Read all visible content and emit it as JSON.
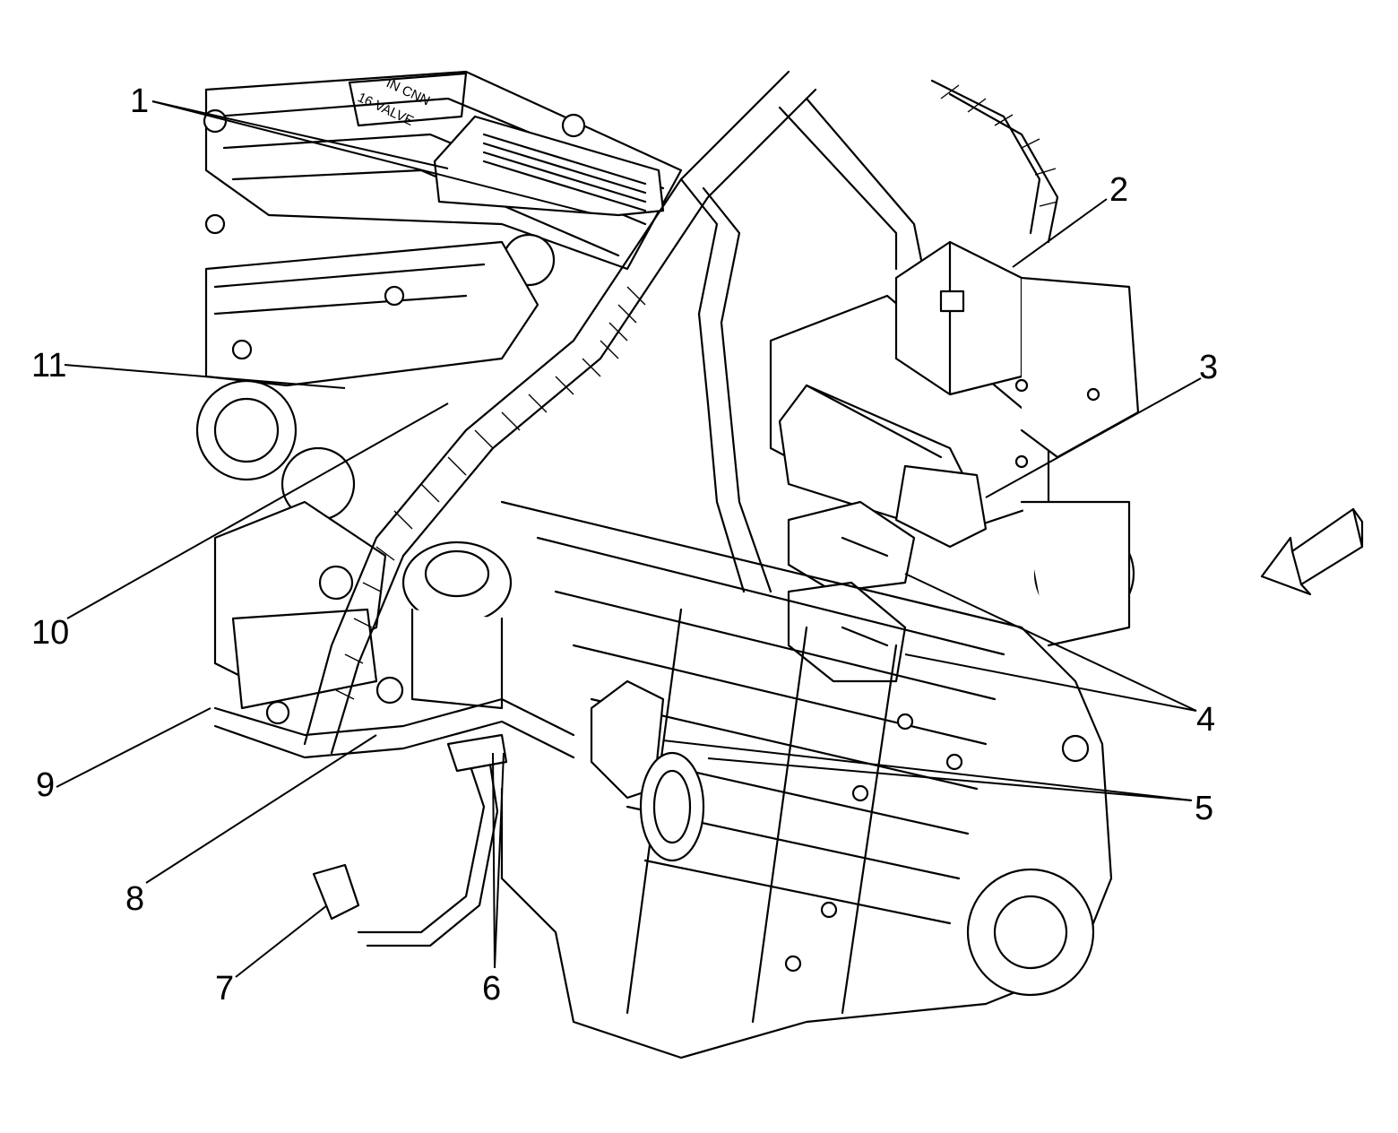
{
  "casting_text": [
    "IN CNN",
    "16 VALVE"
  ],
  "callouts": [
    "1",
    "2",
    "3",
    "4",
    "5",
    "6",
    "7",
    "8",
    "9",
    "10",
    "11"
  ],
  "colors": {
    "line": "#000000",
    "background": "#ffffff"
  },
  "view_arrow_icon": "arrow-left-down-icon"
}
